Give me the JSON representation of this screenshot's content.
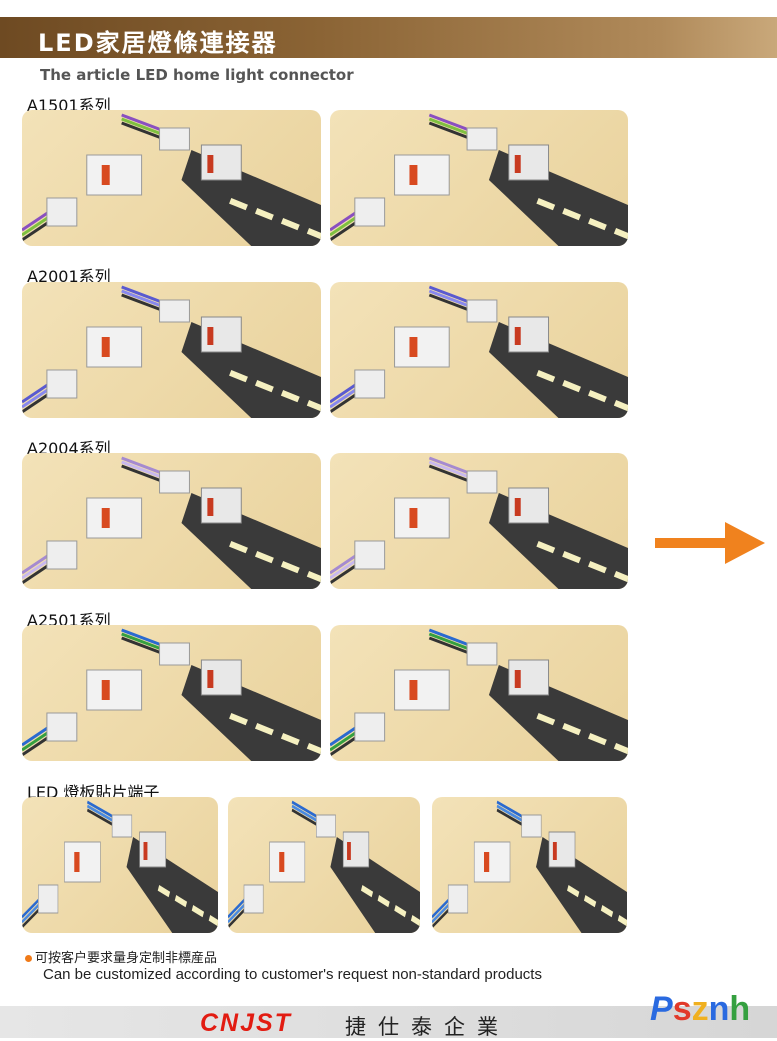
{
  "header": {
    "title": "LED家居燈條連接器",
    "subtitle": "The article LED home light connector"
  },
  "series": [
    {
      "label": "A1501系列",
      "wires": [
        "#8a4fc0",
        "#7fc040",
        "#333"
      ]
    },
    {
      "label": "A2001系列",
      "wires": [
        "#5a5ad0",
        "#8888ee",
        "#333"
      ]
    },
    {
      "label": "A2004系列",
      "wires": [
        "#a58ad0",
        "#c8b8ee",
        "#333"
      ]
    },
    {
      "label": "A2501系列",
      "wires": [
        "#2a6ad0",
        "#35a040",
        "#333"
      ]
    }
  ],
  "smd": {
    "label": "LED 燈板貼片端子"
  },
  "notes": {
    "cn": "可按客户要求量身定制非標産品",
    "en": "Can be customized according to customer's request non-standard products"
  },
  "footer": {
    "brand": "CNJST",
    "company": "捷仕泰企業",
    "logo": [
      "P",
      "s",
      "z",
      "n",
      "h"
    ],
    "logo_colors": [
      "#2a6ae0",
      "#e23a2a",
      "#f0b020",
      "#2a6ae0",
      "#35a040"
    ]
  },
  "colors": {
    "arrow": "#f0821e",
    "header": "#7a5428"
  }
}
